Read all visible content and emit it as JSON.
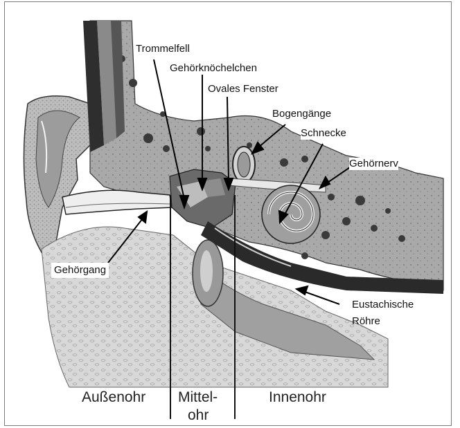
{
  "labels": {
    "trommelfell": "Trommelfell",
    "gehoerknoechelchen": "Gehörknöchelchen",
    "ovales_fenster": "Ovales Fenster",
    "bogengaenge": "Bogengänge",
    "schnecke": "Schnecke",
    "gehoernerv": "Gehörnerv",
    "gehoergang": "Gehörgang",
    "eustachische_line1": "Eustachische",
    "eustachische_line2": "Röhre"
  },
  "regions": {
    "aussenohr": "Außenohr",
    "mittelohr_line1": "Mittel-",
    "mittelohr_line2": "ohr",
    "innenohr": "Innenohr"
  }
}
